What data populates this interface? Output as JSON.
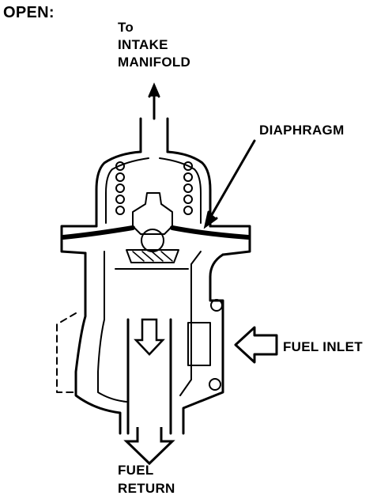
{
  "title": "OPEN:",
  "labels": {
    "to_intake": [
      "To",
      "INTAKE",
      "MANIFOLD"
    ],
    "diaphragm": "DIAPHRAGM",
    "fuel_inlet": "FUEL INLET",
    "fuel_return": [
      "FUEL",
      "RETURN"
    ]
  },
  "colors": {
    "ink": "#000000",
    "paper": "#ffffff"
  }
}
